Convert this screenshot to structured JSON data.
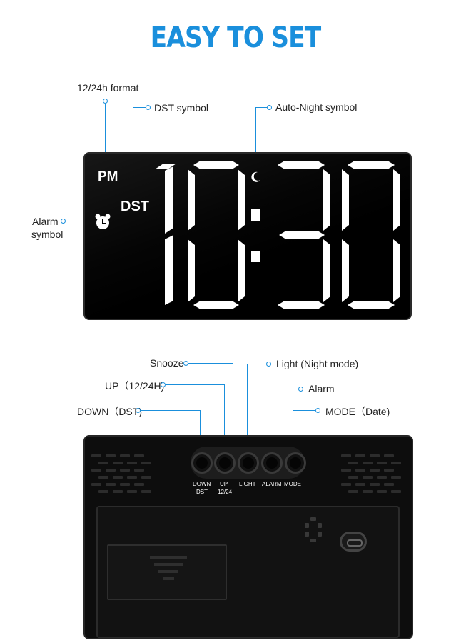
{
  "title": "EASY TO SET",
  "display": {
    "labels": {
      "format": "12/24h format",
      "dst": "DST symbol",
      "auto_night": "Auto-Night symbol",
      "alarm_line1": "Alarm",
      "alarm_line2": "symbol"
    },
    "indicators": {
      "pm": "PM",
      "dst": "DST"
    },
    "time": "10:30",
    "digit_color": "#ffffff"
  },
  "buttons": {
    "callouts": {
      "snooze": "Snooze",
      "up": "UP（12/24H)",
      "down": "DOWN（DST)",
      "light": "Light (Night mode)",
      "alarm": "Alarm",
      "mode": "MODE（Date)"
    },
    "printed": {
      "down_top": "DOWN",
      "down_bottom": "DST",
      "up_top": "UP",
      "up_bottom": "12/24",
      "light": "LIGHT",
      "alarm": "ALARM",
      "mode": "MODE"
    }
  },
  "colors": {
    "accent": "#1a8fdc",
    "device": "#0d0d0d"
  }
}
